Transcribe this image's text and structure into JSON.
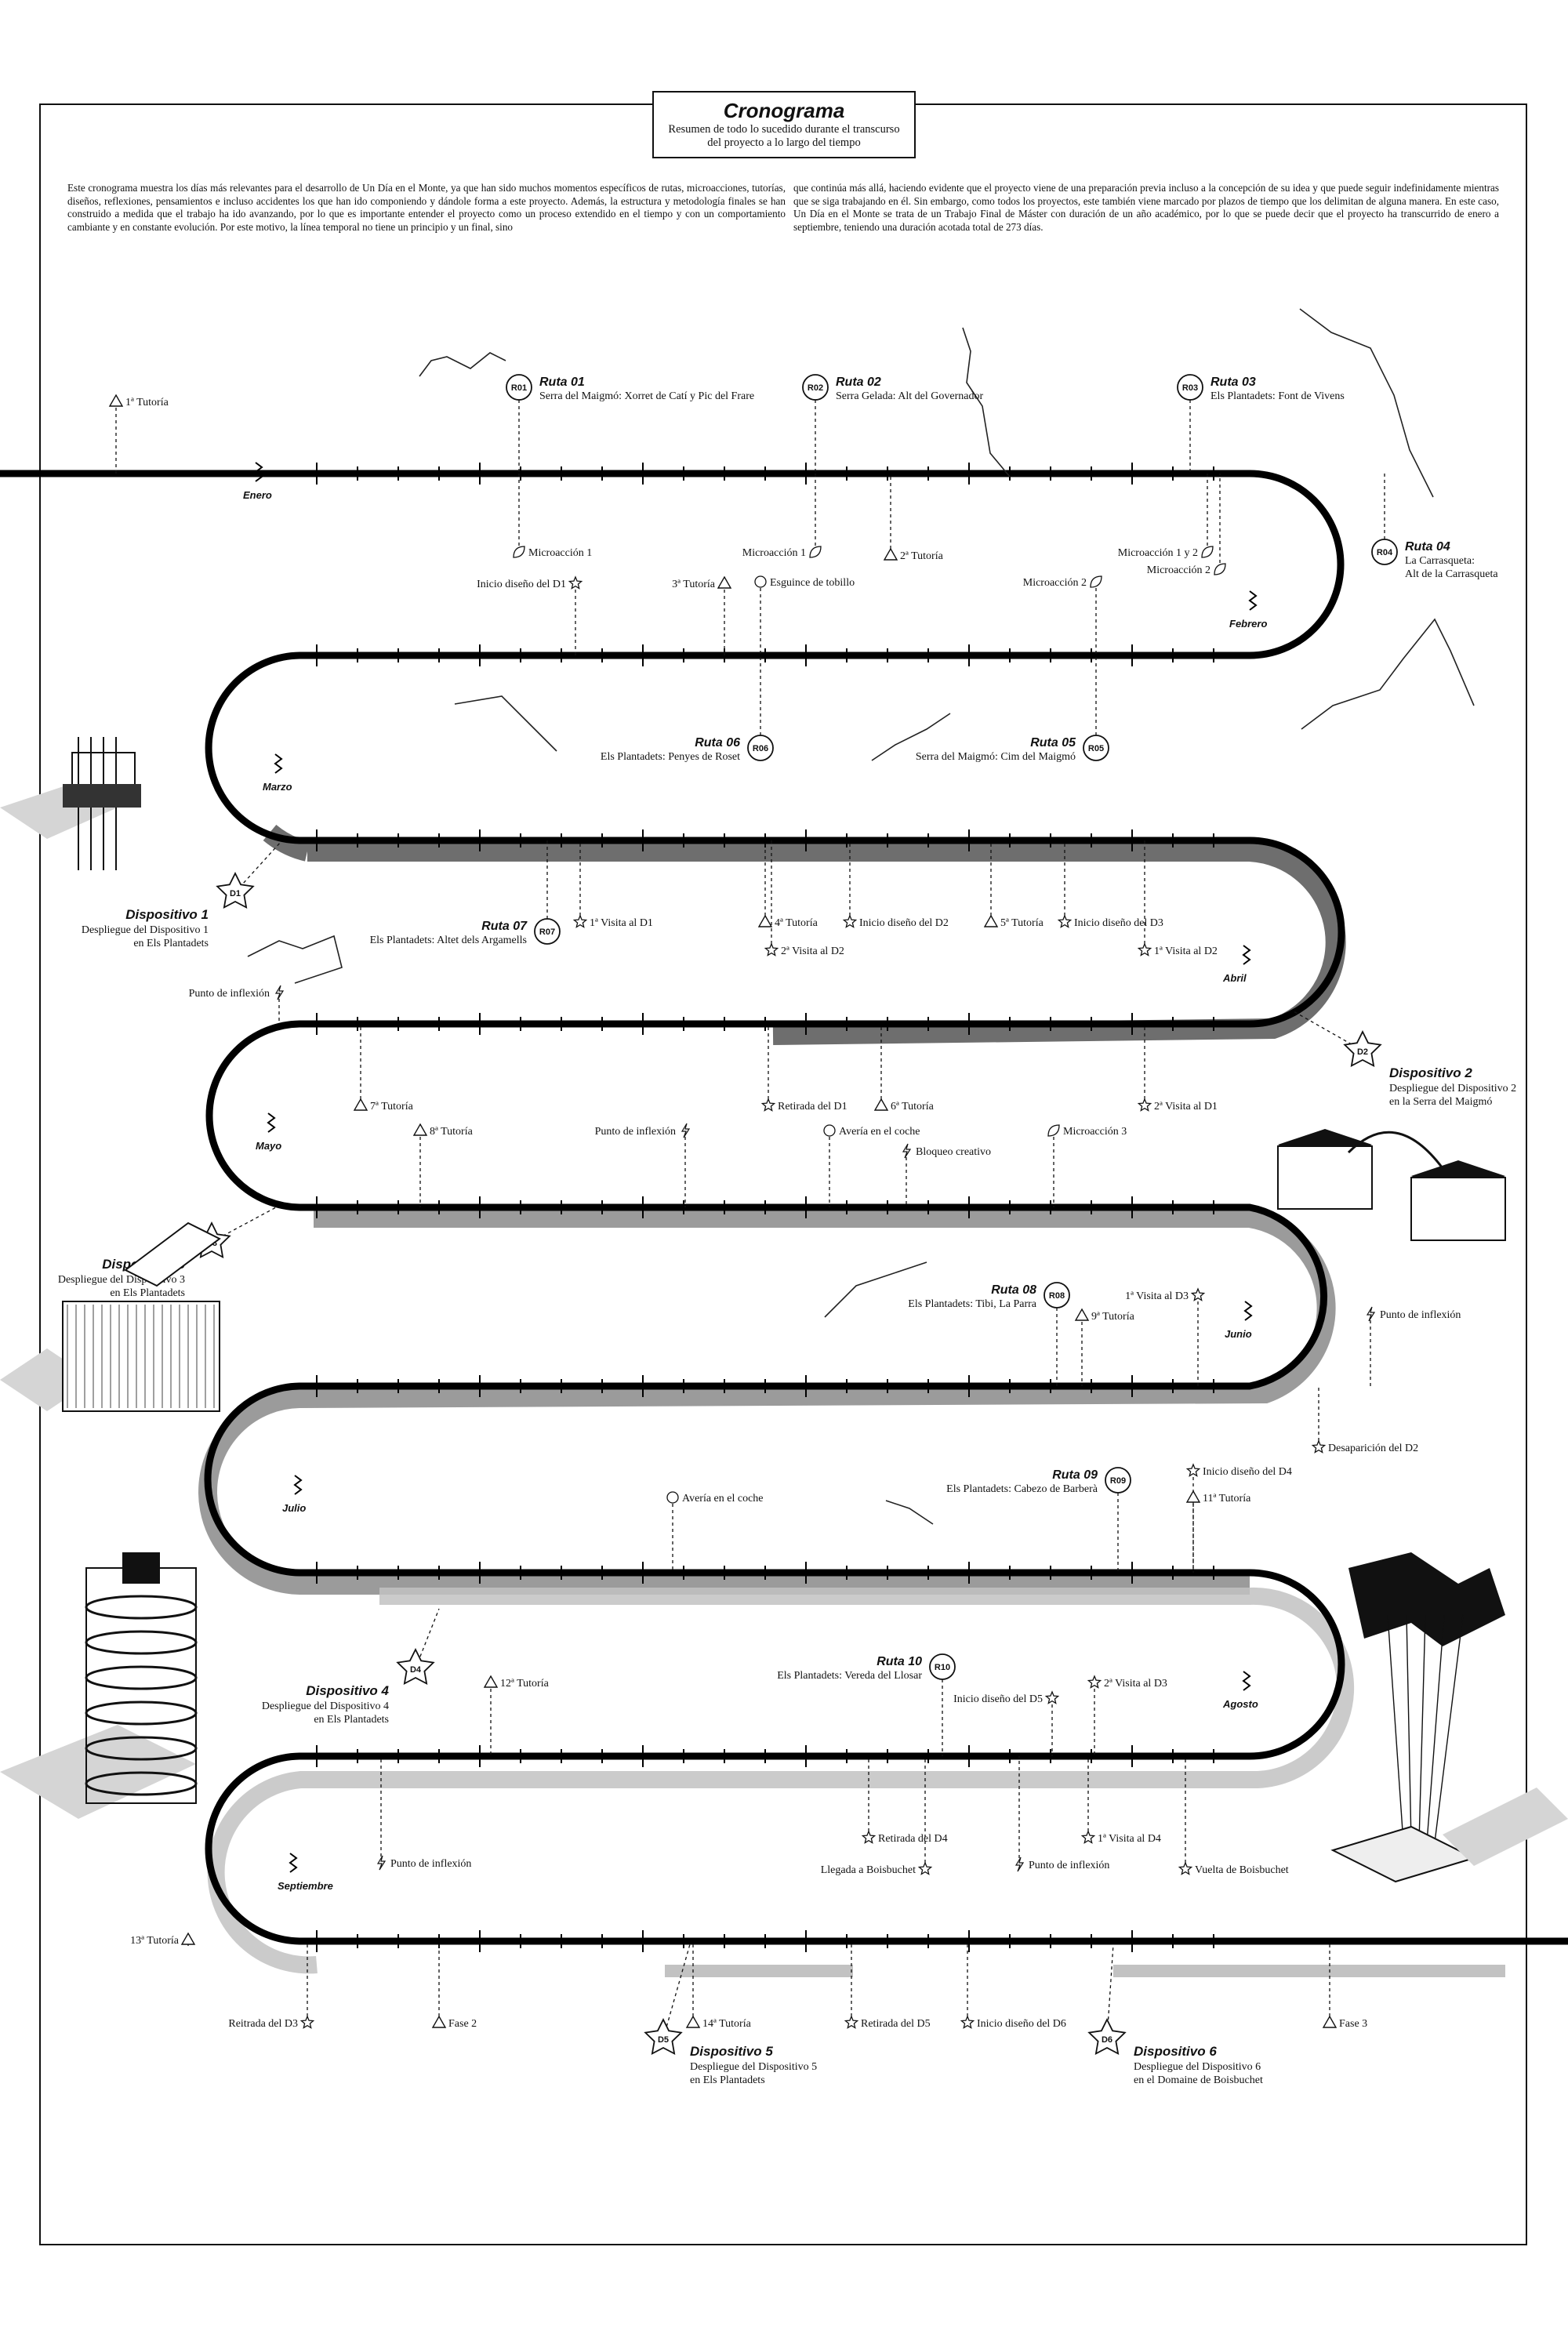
{
  "title": "Cronograma",
  "subtitle": "Resumen de todo lo sucedido durante el transcurso del proyecto a lo largo del tiempo",
  "intro_left": "Este cronograma muestra los días más relevantes para el desarrollo de Un Día en el Monte, ya que han sido muchos momentos específicos de rutas, microacciones, tutorías, diseños, reflexiones, pensamientos e incluso accidentes los que han ido componiendo y dándole forma a este proyecto. Además, la estructura y metodología finales se han construido a medida que el trabajo ha ido avanzando, por lo que es importante entender el proyecto como un proceso extendido en el tiempo y con un comportamiento cambiante y en constante evolución. Por este motivo, la línea temporal no tiene un principio y un final, sino",
  "intro_right": "que continúa más allá, haciendo evidente que el proyecto viene de una preparación previa incluso a la concepción de su idea y que puede seguir indefinidamente mientras que se siga trabajando en él. Sin embargo, como todos los proyectos, este también viene marcado por plazos de tiempo que los delimitan de alguna manera. En este caso, Un Día en el Monte se trata de un Trabajo Final de Máster con duración de un año académico, por lo que se puede decir que el proyecto ha transcurrido de enero a septiembre, teniendo una duración acotada total de 273 días.",
  "months": [
    "Enero",
    "Febrero",
    "Marzo",
    "Abril",
    "Mayo",
    "Junio",
    "Julio",
    "Agosto",
    "Septiembre"
  ],
  "routes": [
    {
      "code": "R01",
      "name": "Ruta 01",
      "desc": "Serra del Maigmó: Xorret de Catí y Pic del Frare"
    },
    {
      "code": "R02",
      "name": "Ruta 02",
      "desc": "Serra Gelada: Alt del Governador"
    },
    {
      "code": "R03",
      "name": "Ruta 03",
      "desc": "Els Plantadets: Font de Vivens"
    },
    {
      "code": "R04",
      "name": "Ruta 04",
      "desc": "La Carrasqueta:",
      "desc2": "Alt de la Carrasqueta"
    },
    {
      "code": "R05",
      "name": "Ruta 05",
      "desc": "Serra del Maigmó: Cim del Maigmó"
    },
    {
      "code": "R06",
      "name": "Ruta 06",
      "desc": "Els Plantadets: Penyes de Roset"
    },
    {
      "code": "R07",
      "name": "Ruta 07",
      "desc": "Els Plantadets: Altet dels Argamells"
    },
    {
      "code": "R08",
      "name": "Ruta 08",
      "desc": "Els Plantadets: Tibi, La Parra"
    },
    {
      "code": "R09",
      "name": "Ruta 09",
      "desc": "Els Plantadets: Cabezo de Barberà"
    },
    {
      "code": "R10",
      "name": "Ruta 10",
      "desc": "Els Plantadets: Vereda del Llosar"
    }
  ],
  "devices": [
    {
      "code": "D1",
      "name": "Dispositivo 1",
      "l1": "Despliegue del Dispositivo 1",
      "l2": "en Els Plantadets"
    },
    {
      "code": "D2",
      "name": "Dispositivo 2",
      "l1": "Despliegue del Dispositivo 2",
      "l2": "en la Serra del Maigmó"
    },
    {
      "code": "D3",
      "name": "Dispositivo 3",
      "l1": "Despliegue del Dispositivo 3",
      "l2": "en Els Plantadets"
    },
    {
      "code": "D4",
      "name": "Dispositivo 4",
      "l1": "Despliegue del Dispositivo 4",
      "l2": "en Els Plantadets"
    },
    {
      "code": "D5",
      "name": "Dispositivo 5",
      "l1": "Despliegue del Dispositivo 5",
      "l2": "en Els Plantadets"
    },
    {
      "code": "D6",
      "name": "Dispositivo 6",
      "l1": "Despliegue del Dispositivo 6",
      "l2": "en el Domaine de Boisbuchet"
    }
  ],
  "events": [
    {
      "icon": "triangle",
      "text": "1ª Tutoría"
    },
    {
      "icon": "leaf",
      "text": "Microacción 1"
    },
    {
      "icon": "star",
      "text": "Inicio diseño del D1"
    },
    {
      "icon": "triangle",
      "text": "3ª Tutoría"
    },
    {
      "icon": "face",
      "text": "Esguince de tobillo"
    },
    {
      "icon": "leaf",
      "text": "Microacción 1"
    },
    {
      "icon": "triangle",
      "text": "2ª Tutoría"
    },
    {
      "icon": "leaf",
      "text": "Microacción 2"
    },
    {
      "icon": "leaf",
      "text": "Microacción 1 y 2"
    },
    {
      "icon": "leaf",
      "text": "Microacción 2"
    },
    {
      "icon": "star",
      "text": "1ª Visita al D1"
    },
    {
      "icon": "triangle",
      "text": "4ª Tutoría"
    },
    {
      "icon": "star",
      "text": "Inicio diseño del D2"
    },
    {
      "icon": "triangle",
      "text": "5ª Tutoría"
    },
    {
      "icon": "star",
      "text": "Inicio diseño del D3"
    },
    {
      "icon": "star",
      "text": "2ª Visita al D2"
    },
    {
      "icon": "star",
      "text": "1ª Visita al D2"
    },
    {
      "icon": "bolt",
      "text": "Punto de inflexión"
    },
    {
      "icon": "triangle",
      "text": "7ª Tutoría"
    },
    {
      "icon": "star",
      "text": "Retirada del D1"
    },
    {
      "icon": "triangle",
      "text": "6ª Tutoría"
    },
    {
      "icon": "star",
      "text": "2ª Visita al D1"
    },
    {
      "icon": "triangle",
      "text": "8ª Tutoría"
    },
    {
      "icon": "bolt",
      "text": "Punto de inflexión"
    },
    {
      "icon": "face",
      "text": "Avería en el coche"
    },
    {
      "icon": "leaf",
      "text": "Microacción 3"
    },
    {
      "icon": "bolt",
      "text": "Bloqueo creativo"
    },
    {
      "icon": "triangle",
      "text": "9ª Tutoría"
    },
    {
      "icon": "star",
      "text": "1ª Visita al D3"
    },
    {
      "icon": "bolt",
      "text": "Punto de inflexión"
    },
    {
      "icon": "star",
      "text": "Desaparición del D2"
    },
    {
      "icon": "face",
      "text": "Avería en el coche"
    },
    {
      "icon": "star",
      "text": "Inicio diseño del D4"
    },
    {
      "icon": "triangle",
      "text": "11ª Tutoría"
    },
    {
      "icon": "triangle",
      "text": "12ª Tutoría"
    },
    {
      "icon": "star",
      "text": "Inicio diseño del D5"
    },
    {
      "icon": "star",
      "text": "2ª Visita al D3"
    },
    {
      "icon": "bolt",
      "text": "Punto de inflexión"
    },
    {
      "icon": "star",
      "text": "Retirada del D4"
    },
    {
      "icon": "star",
      "text": "Llegada a Boisbuchet"
    },
    {
      "icon": "bolt",
      "text": "Punto de inflexión"
    },
    {
      "icon": "star",
      "text": "1ª Visita al D4"
    },
    {
      "icon": "star",
      "text": "Vuelta de Boisbuchet"
    },
    {
      "icon": "triangle",
      "text": "13ª Tutoría"
    },
    {
      "icon": "star",
      "text": "Reitrada del D3"
    },
    {
      "icon": "triangle",
      "text": "Fase 2"
    },
    {
      "icon": "triangle",
      "text": "14ª Tutoría"
    },
    {
      "icon": "star",
      "text": "Retirada del D5"
    },
    {
      "icon": "star",
      "text": "Inicio diseño del D6"
    },
    {
      "icon": "triangle",
      "text": "Fase 3"
    }
  ],
  "colors": {
    "line": "#000000",
    "shadow_dark": "#555555",
    "shadow_mid": "#8a8a8a",
    "shadow_light": "#c2c2c2"
  }
}
